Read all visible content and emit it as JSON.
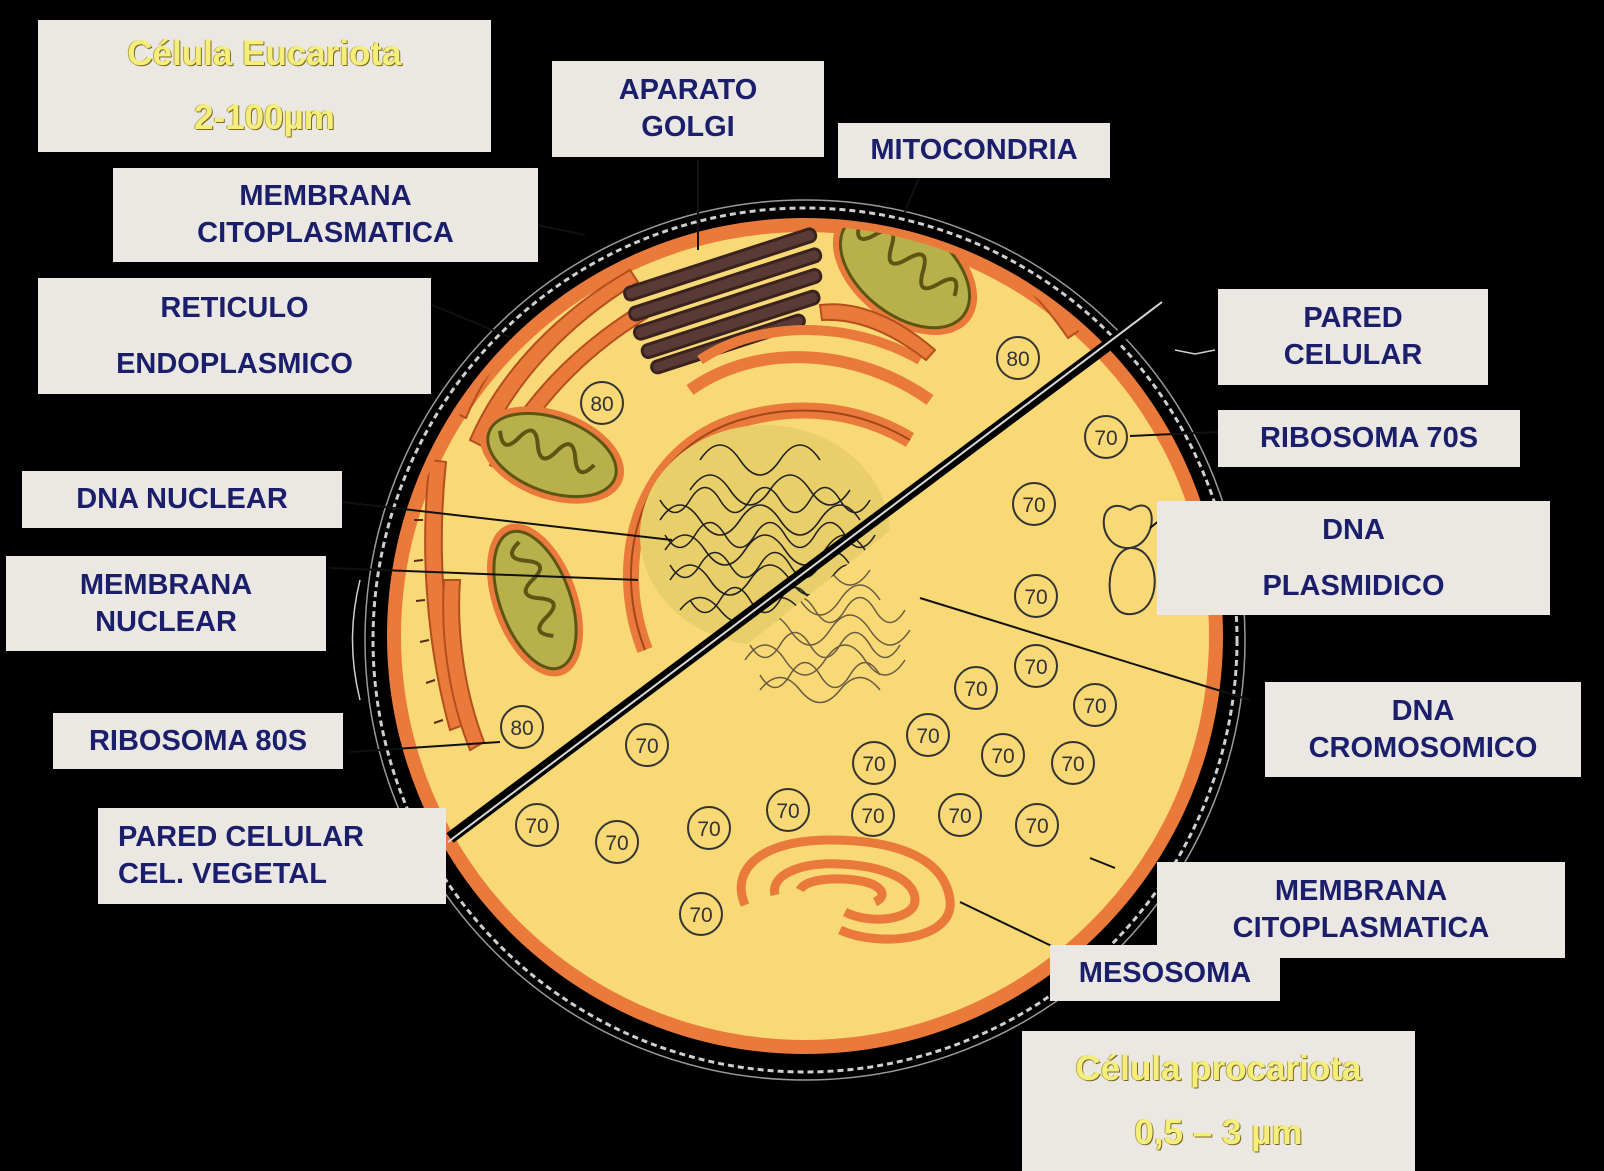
{
  "titles": {
    "eukaryote": {
      "name": "Célula Eucariota",
      "size": "2-100µm"
    },
    "prokaryote": {
      "name": "Célula procariota",
      "size": "0,5 – 3 µm"
    }
  },
  "labels": {
    "golgi": [
      "APARATO",
      "GOLGI"
    ],
    "mitocondria": [
      "MITOCONDRIA"
    ],
    "membrana_euk": [
      "MEMBRANA",
      "CITOPLASMATICA"
    ],
    "reticulo": [
      "RETICULO",
      "ENDOPLASMICO"
    ],
    "dna_nuclear": [
      "DNA NUCLEAR"
    ],
    "membrana_nuclear": [
      "MEMBRANA",
      "NUCLEAR"
    ],
    "ribosoma_80s": [
      "RIBOSOMA 80S"
    ],
    "pared_vegetal": [
      "PARED CELULAR",
      "CEL. VEGETAL"
    ],
    "pared_celular": [
      "PARED",
      "CELULAR"
    ],
    "ribosoma_70s": [
      "RIBOSOMA 70S"
    ],
    "dna_plasmidico": [
      "DNA",
      "PLASMIDICO"
    ],
    "dna_cromosomico": [
      "DNA",
      "CROMOSOMICO"
    ],
    "membrana_prok": [
      "MEMBRANA",
      "CITOPLASMATICA"
    ],
    "mesosoma": [
      "MESOSOMA"
    ]
  },
  "ribosome_labels": {
    "euk": "80",
    "prok": "70"
  },
  "colors": {
    "background": "#000000",
    "label_bg": "#ebe8e3",
    "label_text": "#1b1f6b",
    "title_text": "#f6ee7a",
    "cytoplasm": "#f8d976",
    "membrane": "#ea7a3b",
    "mitochondria": "#b8b04a",
    "golgi": "#5a3a35"
  }
}
